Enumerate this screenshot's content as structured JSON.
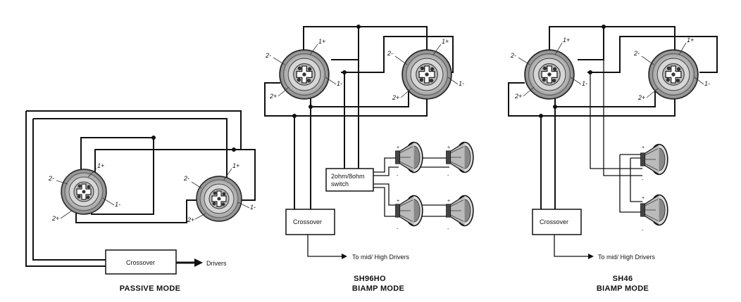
{
  "terminals": {
    "t1p": "1+",
    "t1m": "1-",
    "t2p": "2+",
    "t2m": "2-"
  },
  "boxes": {
    "crossover": "Crossover",
    "switch_line1": "2ohm/8ohm",
    "switch_line2": "switch"
  },
  "labels": {
    "drivers": "Drivers",
    "to_mid_high": "To mid/ High Drivers"
  },
  "diagrams": {
    "passive": {
      "title": "PASSIVE MODE"
    },
    "sh96ho": {
      "title_line1": "SH96HO",
      "title_line2": "BIAMP MODE"
    },
    "sh46": {
      "title_line1": "SH46",
      "title_line2": "BIAMP MODE"
    }
  },
  "driver_terminal_marks": {
    "plus": "+",
    "minus": "-"
  }
}
